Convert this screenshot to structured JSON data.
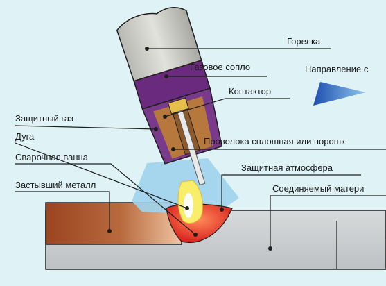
{
  "labels": {
    "torch": "Горелка",
    "gas_nozzle": "Газовое сопло",
    "contactor": "Контактор",
    "direction": "Направление с",
    "shielding_gas": "Защитный газ",
    "arc": "Дуга",
    "wire": "Проволока сплошная или порошк",
    "weld_pool": "Сварочная ванна",
    "protective_atmosphere": "Защитная атмосфера",
    "solidified_metal": "Застывший металл",
    "joined_material": "Соединяемый матери"
  },
  "colors": {
    "background": "#dff3f7",
    "torch_body": "#d0d0cc",
    "nozzle": "#6a2a7e",
    "gas_cone": "#9ed3ec",
    "arc": "#f8ee6a",
    "weld_pool": "#e33a2c",
    "solidified_metal": "#a5522c",
    "base_material": "#cfd2d3",
    "direction_arrow": "#3b7fd0"
  }
}
